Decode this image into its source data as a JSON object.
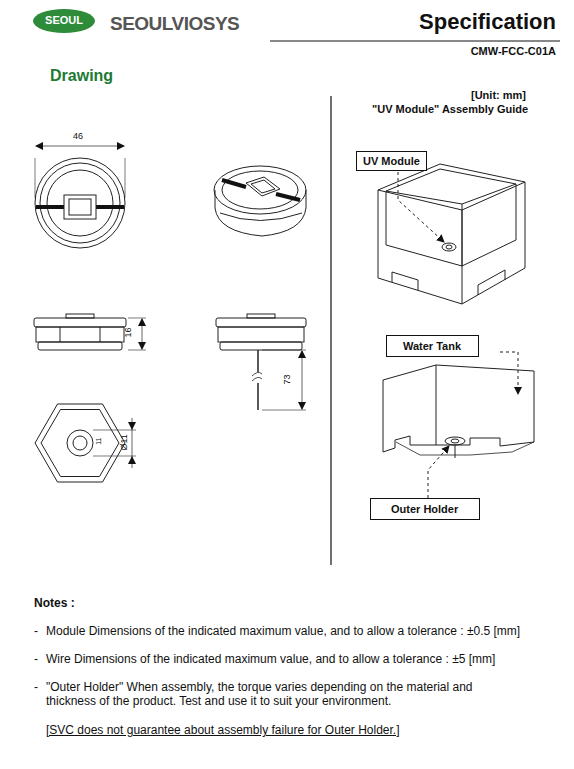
{
  "diagram": {
    "title": "Specification",
    "nodes": [
      {
        "text": [
          "SEOUL"
        ]
      },
      {
        "text": [
          "UV Module"
        ]
      },
      {
        "text": [
          "Water Tank"
        ]
      },
      {
        "text": [
          "Outer Holder"
        ]
      }
    ],
    "labels": [
      "SEOULVIOSYS",
      "CMW-FCC-C01A",
      "Drawing",
      "[Unit: mm]",
      "\"UV Module\" Assembly Guide",
      "46",
      "16",
      "73",
      "Ø11",
      "11",
      "Notes :",
      "-",
      "Module Dimensions of the indicated maximum value, and to allow a tolerance : ±0.5 [mm]",
      "-",
      "Wire Dimensions of the indicated maximum value, and to allow a tolerance : ±5 [mm]",
      "-",
      "\"Outer Holder\" When assembly, the torque varies depending on the material and thickness of the product. Test and use it to suit your environment.",
      "[SVC does not guarantee about assembly failure for Outer Holder.]"
    ]
  }
}
